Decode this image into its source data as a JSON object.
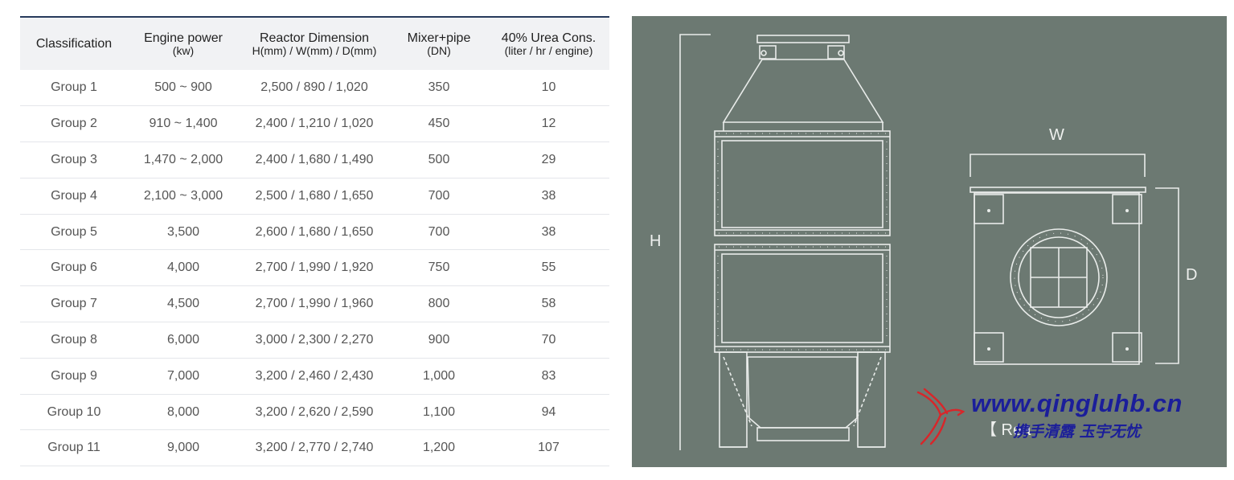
{
  "table": {
    "headers": [
      {
        "main": "Classification",
        "sub": ""
      },
      {
        "main": "Engine power",
        "sub": "(kw)"
      },
      {
        "main": "Reactor Dimension",
        "sub": "H(mm) / W(mm) / D(mm)"
      },
      {
        "main": "Mixer+pipe",
        "sub": "(DN)"
      },
      {
        "main": "40% Urea Cons.",
        "sub": "(liter / hr / engine)"
      }
    ],
    "rows": [
      [
        "Group 1",
        "500 ~ 900",
        "2,500 / 890 / 1,020",
        "350",
        "10"
      ],
      [
        "Group 2",
        "910 ~ 1,400",
        "2,400 / 1,210 / 1,020",
        "450",
        "12"
      ],
      [
        "Group 3",
        "1,470 ~ 2,000",
        "2,400 / 1,680 / 1,490",
        "500",
        "29"
      ],
      [
        "Group 4",
        "2,100 ~ 3,000",
        "2,500 / 1,680 / 1,650",
        "700",
        "38"
      ],
      [
        "Group 5",
        "3,500",
        "2,600 / 1,680 / 1,650",
        "700",
        "38"
      ],
      [
        "Group 6",
        "4,000",
        "2,700 / 1,990 / 1,920",
        "750",
        "55"
      ],
      [
        "Group 7",
        "4,500",
        "2,700 / 1,990 / 1,960",
        "800",
        "58"
      ],
      [
        "Group 8",
        "6,000",
        "3,000 / 2,300 / 2,270",
        "900",
        "70"
      ],
      [
        "Group 9",
        "7,000",
        "3,200 / 2,460 / 2,430",
        "1,000",
        "83"
      ],
      [
        "Group 10",
        "8,000",
        "3,200 / 2,620 / 2,590",
        "1,100",
        "94"
      ],
      [
        "Group 11",
        "9,000",
        "3,200 / 2,770 / 2,740",
        "1,200",
        "107"
      ]
    ]
  },
  "diagram": {
    "label_h": "H",
    "label_w": "W",
    "label_d": "D",
    "caption": "【 Rea"
  },
  "watermark": {
    "url": "www.qingluhb.cn",
    "slogan": "携手清露 玉宇无忧"
  },
  "colors": {
    "header_rule": "#273a5c",
    "header_bg": "#f1f2f4",
    "diagram_bg": "#6c7972",
    "watermark_text": "#1b1e9a",
    "watermark_bird": "#d8262a"
  }
}
